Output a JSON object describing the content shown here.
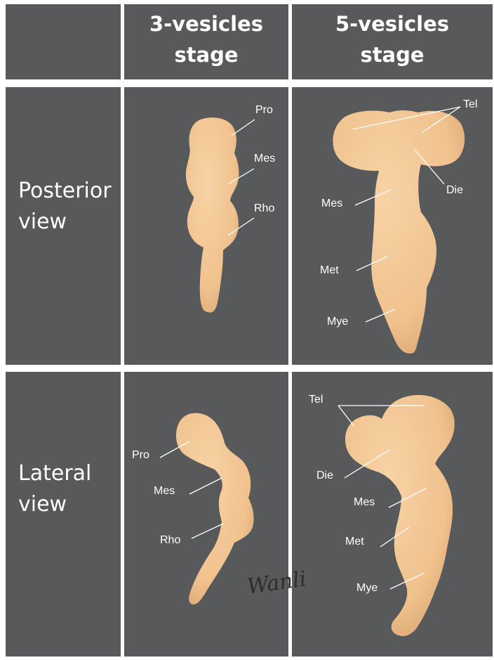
{
  "header": {
    "col1": "3-vesicles\nstage",
    "col2": "5-vesicles\nstage"
  },
  "rows": {
    "posterior": "Posterior\nview",
    "lateral": "Lateral\nview"
  },
  "labels": {
    "p3": [
      "Pro",
      "Mes",
      "Rho"
    ],
    "p5": [
      "Tel",
      "Die",
      "Mes",
      "Met",
      "Mye"
    ],
    "l3": [
      "Pro",
      "Mes",
      "Rho"
    ],
    "l5": [
      "Tel",
      "Die",
      "Mes",
      "Met",
      "Mye"
    ]
  },
  "signature": "Wanli",
  "colors": {
    "panel": "#58595b",
    "tissue": "#f2c591",
    "tissue_shade": "#dba773",
    "divider": "#ffffff"
  }
}
